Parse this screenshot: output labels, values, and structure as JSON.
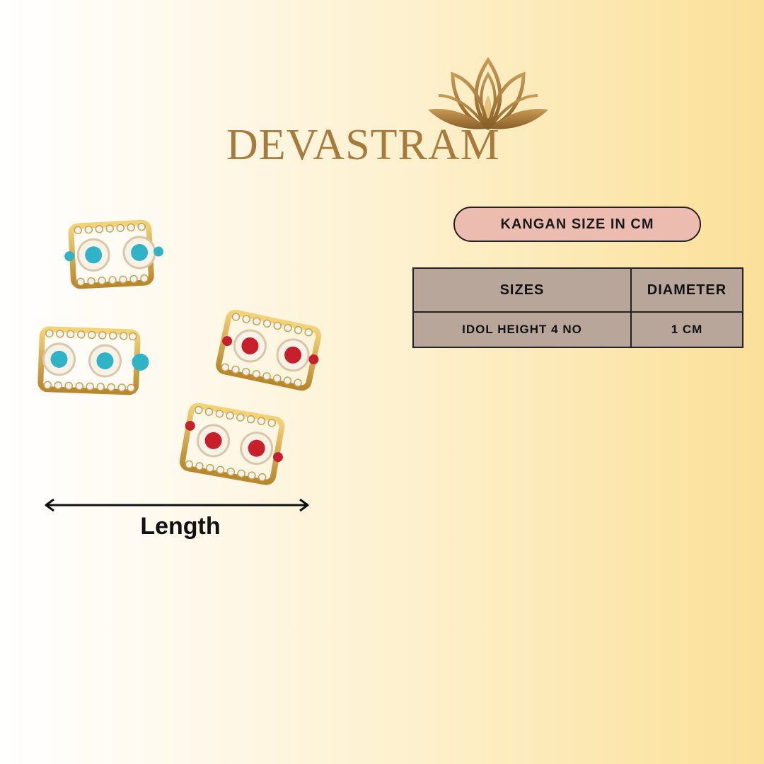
{
  "brand": {
    "name": "DEVASTRAM"
  },
  "size_chart": {
    "title": "KANGAN SIZE IN CM",
    "headers": [
      "SIZES",
      "DIAMETER"
    ],
    "rows": [
      {
        "size": "IDOL HEIGHT 4 NO",
        "diameter": "1 CM"
      }
    ]
  },
  "measurement": {
    "label": "Length"
  },
  "colors": {
    "gold": "#a87b3c",
    "pill": "#ecbcb0",
    "table": "#b8a69b",
    "teal": "#2fb3c6",
    "red": "#c8202a"
  }
}
